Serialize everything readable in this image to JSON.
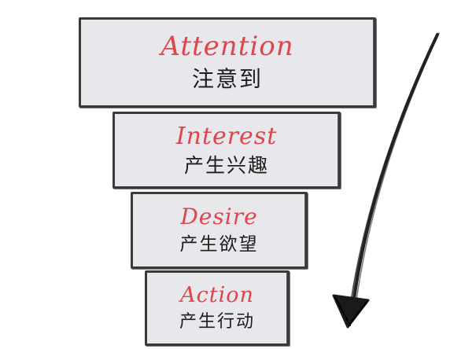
{
  "funnel": {
    "stages": [
      {
        "english": "Attention",
        "chinese": "注意到"
      },
      {
        "english": "Interest",
        "chinese": "产生兴趣"
      },
      {
        "english": "Desire",
        "chinese": "产生欲望"
      },
      {
        "english": "Action",
        "chinese": "产生行动"
      }
    ]
  },
  "colors": {
    "english_text": "#e0454c",
    "chinese_text": "#1d1d1d",
    "box_fill": "#e8e8ec",
    "box_border": "#3a3a3a",
    "arrow": "#222222"
  },
  "icons": {
    "arrow": "down-curved-arrow-icon"
  }
}
